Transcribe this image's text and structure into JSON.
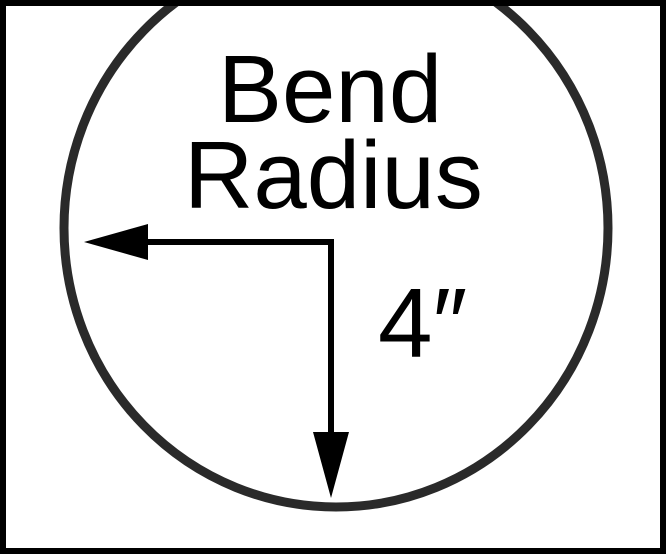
{
  "diagram": {
    "title_line_1": "Bend",
    "title_line_2": "Radius",
    "measurement": "4″"
  },
  "colors": {
    "ring": "#2a2a2a",
    "arrows": "#000000",
    "text": "#000000",
    "background": "#ffffff",
    "border": "#000000"
  }
}
